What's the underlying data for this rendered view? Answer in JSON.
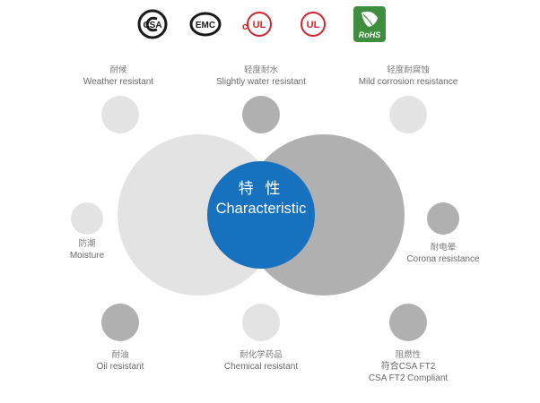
{
  "logos": [
    {
      "name": "csa-logo",
      "text": "CSA",
      "color": "#1a1a1a"
    },
    {
      "name": "emc-logo",
      "text": "EMC",
      "color": "#1a1a1a"
    },
    {
      "name": "cul-logo",
      "prefix": "c",
      "text": "UL",
      "color": "#d0272b"
    },
    {
      "name": "ul-logo",
      "text": "UL",
      "color": "#d0272b"
    },
    {
      "name": "rohs-logo",
      "text": "RoHS",
      "color": "#3a8a3a"
    }
  ],
  "center": {
    "title_cn": "特 性",
    "title_en": "Characteristic",
    "color": "#1671be"
  },
  "features": {
    "weather": {
      "cn": "耐候",
      "en": "Weather resistant"
    },
    "water": {
      "cn": "轻度耐水",
      "en": "Slightly water resistant"
    },
    "corrosion": {
      "cn": "轻度耐腐蚀",
      "en": "Mild corrosion resistance"
    },
    "moisture": {
      "cn": "防潮",
      "en": "Moisture"
    },
    "corona": {
      "cn": "耐电晕",
      "en": "Corona resistance"
    },
    "oil": {
      "cn": "耐油",
      "en": "Oil resistant"
    },
    "chemical": {
      "cn": "耐化学药品",
      "en": "Chemical resistant"
    },
    "flame": {
      "cn": "阻燃性",
      "en": "符合CSA FT2",
      "en2": "CSA FT2 Compliant"
    }
  },
  "colors": {
    "light_circle": "#e3e3e3",
    "dark_circle": "#b0b0b1",
    "center_circle": "#1671be"
  }
}
